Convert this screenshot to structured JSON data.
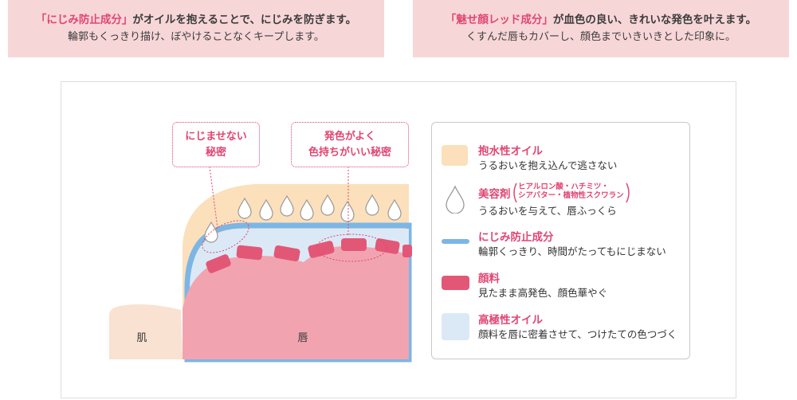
{
  "top_left": {
    "highlight": "「にじみ防止成分」",
    "rest": "がオイルを抱えることで、にじみを防ぎます。",
    "line2": "輪郭もくっきり描け、ぼやけることなくキープします。"
  },
  "top_right": {
    "highlight": "「魅せ顔レッド成分」",
    "rest": "が血色の良い、きれいな発色を叶えます。",
    "line2": "くすんだ唇もカバーし、顔色までいきいきとした印象に。"
  },
  "callouts": {
    "left": {
      "line1": "にじませない",
      "line2": "秘密"
    },
    "right": {
      "line1": "発色がよく",
      "line2": "色持ちがいい秘密"
    }
  },
  "labels": {
    "skin": "肌",
    "lips": "唇"
  },
  "legend": [
    {
      "title": "抱水性オイル",
      "desc": "うるおいを抱え込んで逃さない",
      "color": "#fbe0bb"
    },
    {
      "title": "美容剤",
      "note_line1": "ヒアルロン酸・ハチミツ・",
      "note_line2": "シアバター・植物性スクワラン",
      "desc": "うるおいを与えて、唇ふっくら"
    },
    {
      "title": "にじみ防止成分",
      "desc": "輪郭くっきり、時間がたってもにじまない",
      "color": "#7bb6e6"
    },
    {
      "title": "顔料",
      "desc": "見たまま高発色、顔色華やぐ",
      "color": "#e35776"
    },
    {
      "title": "高極性オイル",
      "desc": "顔料を唇に密着させて、つけたての色つづく",
      "color": "#dbe9f7"
    }
  ],
  "colors": {
    "accent": "#e04672",
    "top_bg": "#f7d6d8",
    "lip": "#f1a4b0",
    "skin": "#f9e2d1"
  }
}
